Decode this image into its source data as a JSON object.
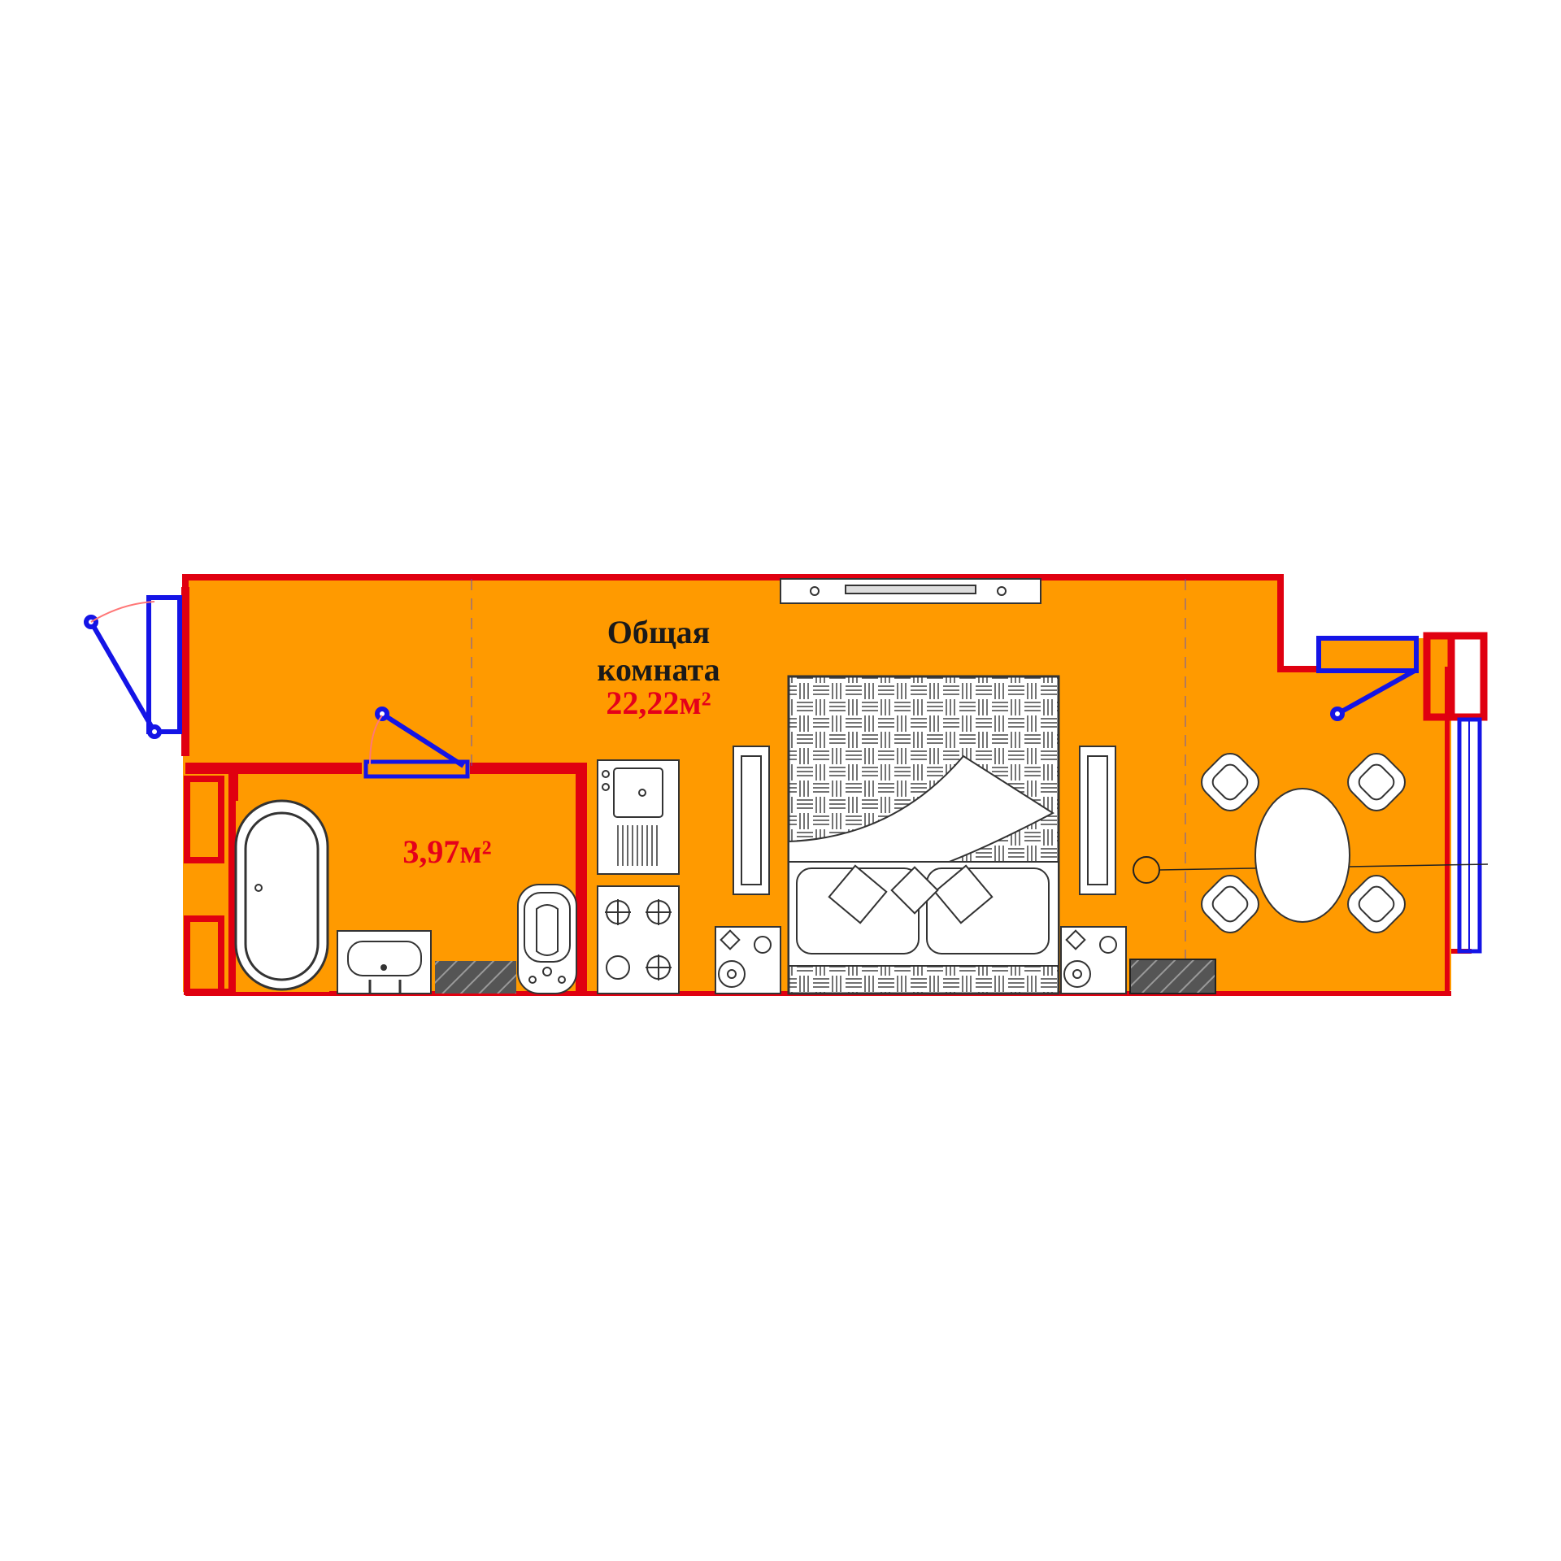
{
  "rooms": {
    "main": {
      "name_line1": "Общая",
      "name_line2": "комната",
      "area": "22,22м²"
    },
    "bathroom": {
      "area": "3,97м²"
    }
  },
  "colors": {
    "floor": "#ff9a00",
    "wall": "#e00010",
    "opening": "#1414e6",
    "area_text": "#e5001a",
    "name_text": "#1a1a1a",
    "furniture_line": "#333333",
    "furniture_fill": "#ffffff",
    "tile": "#666666"
  },
  "icons": [
    "door-icon",
    "window-icon",
    "bathtub-icon",
    "sink-icon",
    "toilet-icon",
    "kitchen-sink-icon",
    "stove-icon",
    "bed-icon",
    "nightstand-icon",
    "wardrobe-icon",
    "dining-table-icon",
    "armchair-icon",
    "tv-icon",
    "lamp-icon"
  ]
}
